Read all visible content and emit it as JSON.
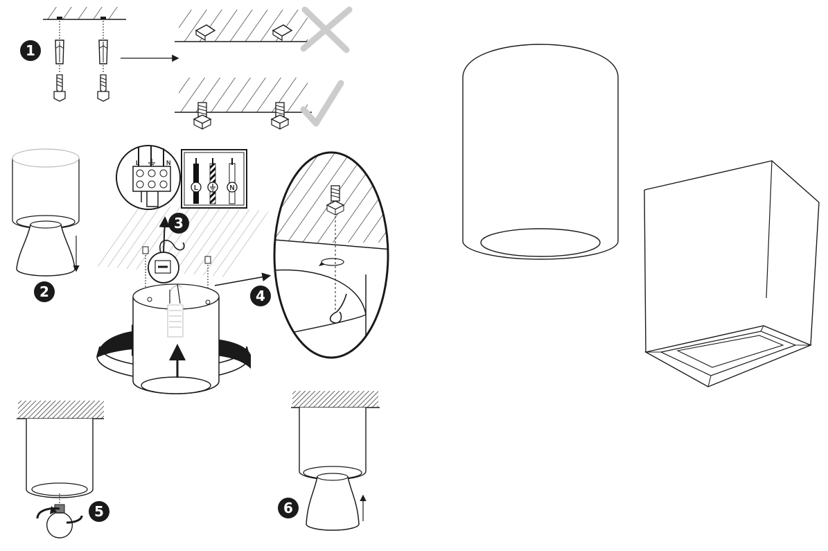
{
  "steps": {
    "s1": "1",
    "s2": "2",
    "s3": "3",
    "s4": "4",
    "s5": "5",
    "s6": "6"
  },
  "terminal_labels": {
    "live": "L",
    "neutral": "N"
  },
  "wire_labels": {
    "live": "L",
    "neutral": "N"
  },
  "icons": [
    "cross-mark-icon",
    "check-mark-icon",
    "rotate-arrow-icon",
    "earth-symbol-icon",
    "light-bulb-icon"
  ],
  "colors": {
    "ink": "#1a1a1a",
    "mark_gray": "#cccccc",
    "paper": "#ffffff"
  }
}
